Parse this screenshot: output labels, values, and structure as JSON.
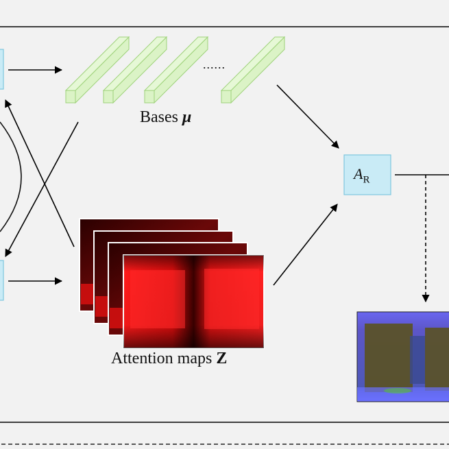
{
  "diagram": {
    "bases_caption": "Bases",
    "bases_symbol": "μ",
    "ellipsis": "......",
    "attention_caption": "Attention maps",
    "attention_symbol": "Z",
    "ar_main": "A",
    "ar_sub": "R",
    "colors": {
      "background": "#f2f2f2",
      "basis_fill": "#dbf3c6",
      "basis_stroke": "#9ed27a",
      "ar_box_fill": "#c9ebf6",
      "ar_box_stroke": "#7ec6de",
      "attention_red": "#e01010",
      "attention_dark": "#1a0000",
      "output_blue": "#5a55e0",
      "output_olive": "#5a5220"
    },
    "basis_count": 4,
    "attention_map_count": 4,
    "icons": [
      "arrow",
      "dashed-arrow"
    ]
  }
}
